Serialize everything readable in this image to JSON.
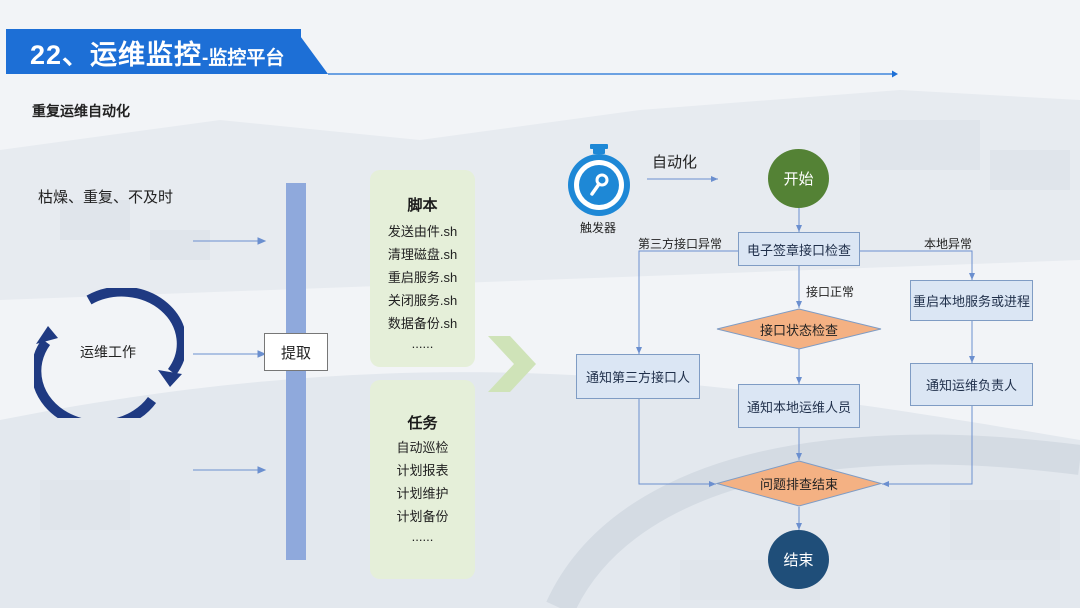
{
  "header": {
    "title_main": "22、运维监控",
    "title_sub": "-监控平台",
    "subtitle": "重复运维自动化"
  },
  "left": {
    "pain_points": "枯燥、重复、不及时",
    "cycle_label": "运维工作",
    "extract_label": "提取"
  },
  "scripts": {
    "title": "脚本",
    "items": [
      "发送由件.sh",
      "清理磁盘.sh",
      "重启服务.sh",
      "关闭服务.sh",
      "数据备份.sh",
      "......"
    ]
  },
  "tasks": {
    "title": "任务",
    "items": [
      "自动巡检",
      "计划报表",
      "计划维护",
      "计划备份",
      "......"
    ]
  },
  "flow": {
    "trigger_label": "触发器",
    "automation_label": "自动化",
    "start": "开始",
    "end": "结束",
    "esign_check": "电子签章接口检查",
    "interface_status_check": "接口状态检查",
    "notify_local_ops": "通知本地运维人员",
    "notify_third_party": "通知第三方接口人",
    "restart_local": "重启本地服务或进程",
    "notify_owner": "通知运维负责人",
    "troubleshoot_done": "问题排查结束",
    "edge_third_party_error": "第三方接口异常",
    "edge_local_error": "本地异常",
    "edge_interface_normal": "接口正常"
  },
  "colors": {
    "title_blue": "#1d6fd6",
    "start_green": "#548235",
    "end_navy": "#1f4e79",
    "decision_orange": "#f4b183",
    "process_fill": "#dbe6f4",
    "panel_green": "#e5efd9",
    "bar_blue": "#8fa9dc"
  }
}
